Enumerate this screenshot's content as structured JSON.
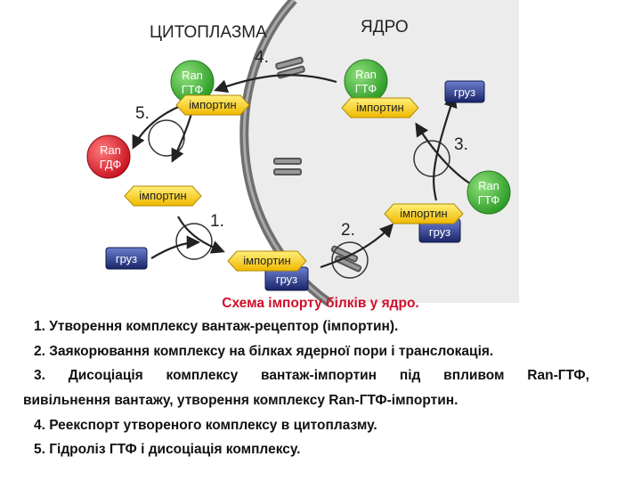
{
  "regions": {
    "cytoplasm": "ЦИТОПЛАЗМА",
    "nucleus": "ЯДРО"
  },
  "steps": [
    "1.",
    "2.",
    "3.",
    "4.",
    "5."
  ],
  "molecules": {
    "ran_gtp_line1": "Ran",
    "ran_gtp_line2": "ГТФ",
    "ran_gdp_line1": "Ran",
    "ran_gdp_line2": "ГДФ",
    "importin": "імпортин",
    "cargo": "груз"
  },
  "colors": {
    "ran_gtp": "#46b83c",
    "ran_gdp": "#e0243a",
    "importin": "#ffd21a",
    "cargo": "#22307e",
    "membrane": "#6f6f6f",
    "nucleus_bg": "#ececec",
    "title": "#d0102a"
  },
  "caption": {
    "title": "Схема імпорту білків у ядро.",
    "step1": "1. Утворення комплексу вантаж-рецептор (імпортин).",
    "step2": "2. Заякорювання комплексу на білках ядерної пори і транслокація.",
    "step3_words": [
      "3.",
      "Дисоціація",
      "комплексу",
      "вантаж-імпортин",
      "під",
      "впливом",
      "Ran-ГТФ,"
    ],
    "step3_line2": "вивільнення вантажу, утворення комплексу Ran-ГТФ-імпортин.",
    "step4": "4. Реекспорт утвореного комплексу в цитоплазму.",
    "step5": "5. Гідроліз ГТФ і дисоціація комплексу."
  }
}
